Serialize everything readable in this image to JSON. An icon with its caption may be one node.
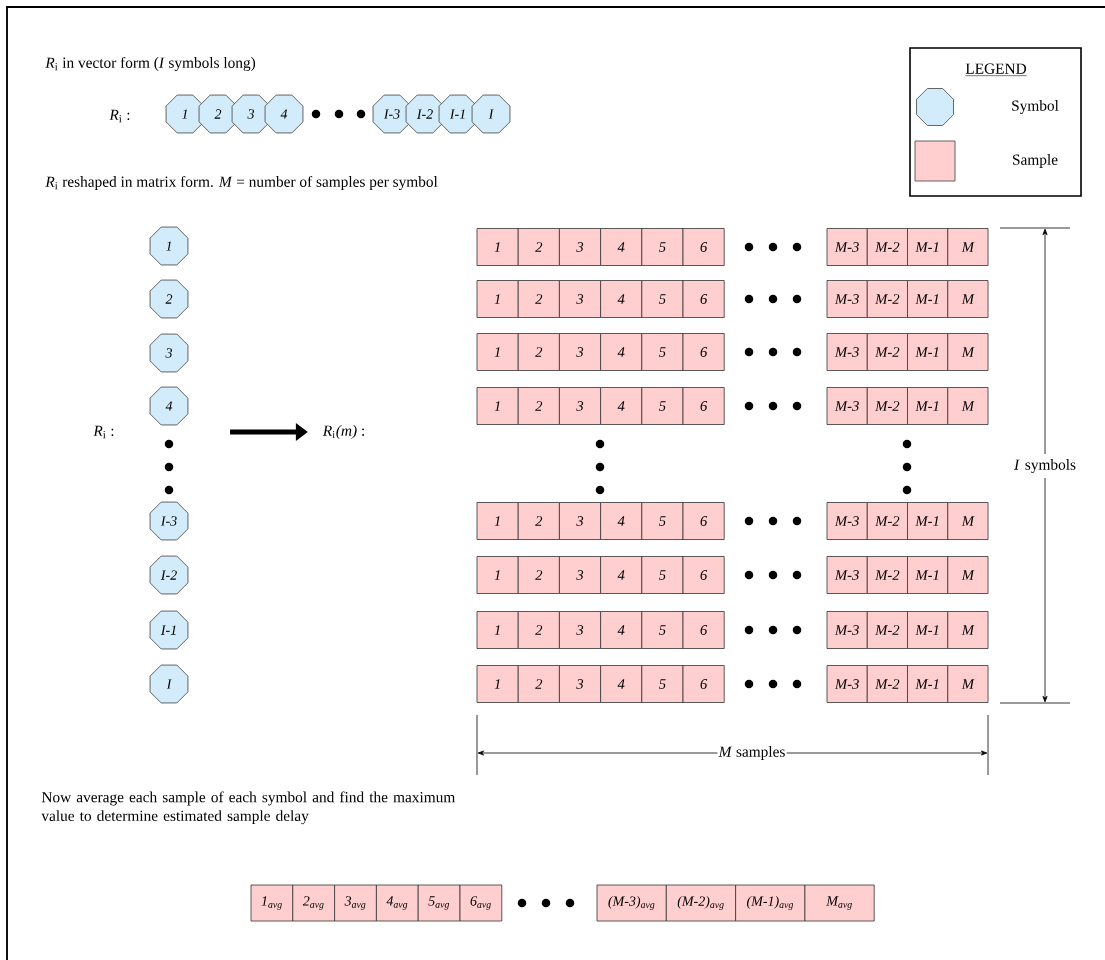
{
  "diagram": {
    "nodes": [
      {
        "text": [
          "1"
        ]
      },
      {
        "text": [
          "2"
        ]
      },
      {
        "text": [
          "3"
        ]
      },
      {
        "text": [
          "4"
        ]
      },
      {
        "text": [
          "I-3"
        ]
      },
      {
        "text": [
          "I-2"
        ]
      },
      {
        "text": [
          "I-1"
        ]
      },
      {
        "text": [
          "I"
        ]
      },
      {
        "text": [
          "1"
        ]
      },
      {
        "text": [
          "2"
        ]
      },
      {
        "text": [
          "3"
        ]
      },
      {
        "text": [
          "4"
        ]
      },
      {
        "text": [
          "I-3"
        ]
      },
      {
        "text": [
          "I-2"
        ]
      },
      {
        "text": [
          "I-1"
        ]
      },
      {
        "text": [
          "I"
        ]
      },
      {
        "text": [
          "*R*$_{i}$*(m)* :"
        ]
      },
      {
        "text": [
          "1"
        ]
      },
      {
        "text": [
          "2"
        ]
      },
      {
        "text": [
          "3"
        ]
      },
      {
        "text": [
          "4"
        ]
      },
      {
        "text": [
          "5"
        ]
      },
      {
        "text": [
          "6"
        ]
      },
      {
        "text": [
          "M-3"
        ]
      },
      {
        "text": [
          "M-2"
        ]
      },
      {
        "text": [
          "M-1"
        ]
      },
      {
        "text": [
          "M"
        ]
      },
      {
        "text": [
          "1"
        ]
      },
      {
        "text": [
          "2"
        ]
      },
      {
        "text": [
          "3"
        ]
      },
      {
        "text": [
          "4"
        ]
      },
      {
        "text": [
          "5"
        ]
      },
      {
        "text": [
          "6"
        ]
      },
      {
        "text": [
          "M-3"
        ]
      },
      {
        "text": [
          "M-2"
        ]
      },
      {
        "text": [
          "M-1"
        ]
      },
      {
        "text": [
          "M"
        ]
      },
      {
        "text": [
          "1"
        ]
      },
      {
        "text": [
          "2"
        ]
      },
      {
        "text": [
          "3"
        ]
      },
      {
        "text": [
          "4"
        ]
      },
      {
        "text": [
          "5"
        ]
      },
      {
        "text": [
          "6"
        ]
      },
      {
        "text": [
          "M-3"
        ]
      },
      {
        "text": [
          "M-2"
        ]
      },
      {
        "text": [
          "M-1"
        ]
      },
      {
        "text": [
          "M"
        ]
      },
      {
        "text": [
          "1"
        ]
      },
      {
        "text": [
          "2"
        ]
      },
      {
        "text": [
          "3"
        ]
      },
      {
        "text": [
          "4"
        ]
      },
      {
        "text": [
          "5"
        ]
      },
      {
        "text": [
          "6"
        ]
      },
      {
        "text": [
          "M-3"
        ]
      },
      {
        "text": [
          "M-2"
        ]
      },
      {
        "text": [
          "M-1"
        ]
      },
      {
        "text": [
          "M"
        ]
      },
      {
        "text": [
          "1"
        ]
      },
      {
        "text": [
          "2"
        ]
      },
      {
        "text": [
          "3"
        ]
      },
      {
        "text": [
          "4"
        ]
      },
      {
        "text": [
          "5"
        ]
      },
      {
        "text": [
          "6"
        ]
      },
      {
        "text": [
          "M-3"
        ]
      },
      {
        "text": [
          "M-2"
        ]
      },
      {
        "text": [
          "M-1"
        ]
      },
      {
        "text": [
          "M"
        ]
      },
      {
        "text": [
          "1"
        ]
      },
      {
        "text": [
          "2"
        ]
      },
      {
        "text": [
          "3"
        ]
      },
      {
        "text": [
          "4"
        ]
      },
      {
        "text": [
          "5"
        ]
      },
      {
        "text": [
          "6"
        ]
      },
      {
        "text": [
          "M-3"
        ]
      },
      {
        "text": [
          "M-2"
        ]
      },
      {
        "text": [
          "M-1"
        ]
      },
      {
        "text": [
          "M"
        ]
      },
      {
        "text": [
          "1"
        ]
      },
      {
        "text": [
          "2"
        ]
      },
      {
        "text": [
          "3"
        ]
      },
      {
        "text": [
          "4"
        ]
      },
      {
        "text": [
          "5"
        ]
      },
      {
        "text": [
          "6"
        ]
      },
      {
        "text": [
          "M-3"
        ]
      },
      {
        "text": [
          "M-2"
        ]
      },
      {
        "text": [
          "M-1"
        ]
      },
      {
        "text": [
          "M"
        ]
      },
      {
        "text": [
          "1"
        ]
      },
      {
        "text": [
          "2"
        ]
      },
      {
        "text": [
          "3"
        ]
      },
      {
        "text": [
          "4"
        ]
      },
      {
        "text": [
          "5"
        ]
      },
      {
        "text": [
          "6"
        ]
      },
      {
        "text": [
          "M-3"
        ]
      },
      {
        "text": [
          "M-2"
        ]
      },
      {
        "text": [
          "M-1"
        ]
      },
      {
        "text": [
          "M"
        ]
      },
      {
        "text": [
          "1$_{avg}$"
        ]
      },
      {
        "text": [
          "2$_{avg}$"
        ]
      },
      {
        "text": [
          "3$_{avg}$"
        ]
      },
      {
        "text": [
          "4$_{avg}$"
        ]
      },
      {
        "text": [
          "5$_{avg}$"
        ]
      },
      {
        "text": [
          "6$_{avg}$"
        ]
      },
      {
        "text": [
          "(M-3)$_{avg}$"
        ]
      },
      {
        "text": [
          "(M-2)$_{avg}$"
        ]
      },
      {
        "text": [
          "(M-1)$_{avg}$"
        ]
      },
      {
        "text": [
          "M$_{avg}$"
        ]
      }
    ],
    "edges": [
      {
        "from": null,
        "to": 16,
        "arrow": "to"
      }
    ],
    "labels": [
      "*R*$_{i}$ in vector form (*I* symbols long)",
      "LEGEND",
      "*R*$_{i}$ :",
      "*R*$_{i}$ reshaped in matrix form.  *M* = number of samples per symbol",
      "*R*$_{i}$ :",
      "*I* symbols",
      "*M* samples",
      "Now average each sample of each symbol and find the maximum value to determine estimated sample delay"
    ],
    "legend": [
      {
        "text": "Symbol"
      },
      {
        "text": "Sample"
      }
    ]
  }
}
